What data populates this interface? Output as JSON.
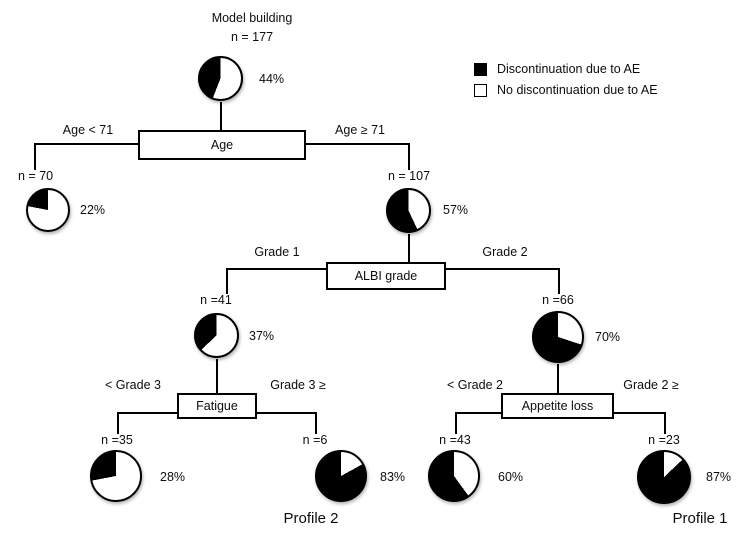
{
  "chart_data": {
    "type": "diagram",
    "subtype": "decision-tree",
    "title": "Model building",
    "legend": {
      "position": "top-right",
      "entries": [
        {
          "swatch": "filled",
          "label": "Discontinuation due to AE",
          "color": "#000000"
        },
        {
          "swatch": "empty",
          "label": "No discontinuation due to AE",
          "color": "#ffffff"
        }
      ]
    },
    "root": {
      "title": "Model building",
      "n_label": "n = 177",
      "n": 177,
      "pct_label": "44%",
      "pct": 44
    },
    "splits": [
      {
        "id": "age",
        "box_label": "Age",
        "left_edge_label": "Age  < 71",
        "right_edge_label": "Age ≥ 71"
      },
      {
        "id": "albi",
        "box_label": "ALBI grade",
        "left_edge_label": "Grade 1",
        "right_edge_label": "Grade 2"
      },
      {
        "id": "fatigue",
        "box_label": "Fatigue",
        "left_edge_label": "< Grade 3",
        "right_edge_label": "Grade 3 ≥"
      },
      {
        "id": "appetite",
        "box_label": "Appetite loss",
        "left_edge_label": "< Grade 2",
        "right_edge_label": "Grade 2 ≥"
      }
    ],
    "nodes": [
      {
        "id": "age-left",
        "n_label": "n = 70",
        "n": 70,
        "pct_label": "22%",
        "pct": 22
      },
      {
        "id": "age-right",
        "n_label": "n = 107",
        "n": 107,
        "pct_label": "57%",
        "pct": 57
      },
      {
        "id": "albi-left",
        "n_label": "n =41",
        "n": 41,
        "pct_label": "37%",
        "pct": 37
      },
      {
        "id": "albi-right",
        "n_label": "n =66",
        "n": 66,
        "pct_label": "70%",
        "pct": 70
      },
      {
        "id": "fatigue-left",
        "n_label": "n =35",
        "n": 35,
        "pct_label": "28%",
        "pct": 28
      },
      {
        "id": "fatigue-right",
        "n_label": "n =6",
        "n": 6,
        "pct_label": "83%",
        "pct": 83
      },
      {
        "id": "appetite-left",
        "n_label": "n =43",
        "n": 43,
        "pct_label": "60%",
        "pct": 60
      },
      {
        "id": "appetite-right",
        "n_label": "n =23",
        "n": 23,
        "pct_label": "87%",
        "pct": 87
      }
    ],
    "profiles": [
      {
        "id": "profile-2",
        "label": "Profile 2"
      },
      {
        "id": "profile-1",
        "label": "Profile 1"
      }
    ],
    "colors": {
      "discontinuation": "#000000",
      "no_discontinuation": "#ffffff",
      "stroke": "#000000",
      "background": "#ffffff"
    }
  }
}
